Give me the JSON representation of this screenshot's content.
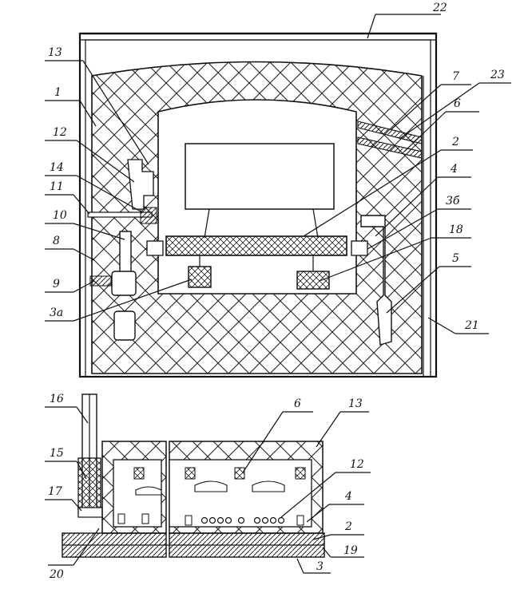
{
  "diagram": {
    "top_view_labels": [
      "22",
      "13",
      "1",
      "12",
      "14",
      "11",
      "10",
      "8",
      "9",
      "3а",
      "7",
      "23",
      "6",
      "2",
      "4",
      "3б",
      "18",
      "5",
      "21"
    ],
    "bottom_view_labels": [
      "16",
      "15",
      "17",
      "20",
      "6",
      "13",
      "12",
      "4",
      "2",
      "19",
      "3"
    ]
  },
  "colors": {
    "ink": "#111111",
    "paper": "#ffffff"
  }
}
